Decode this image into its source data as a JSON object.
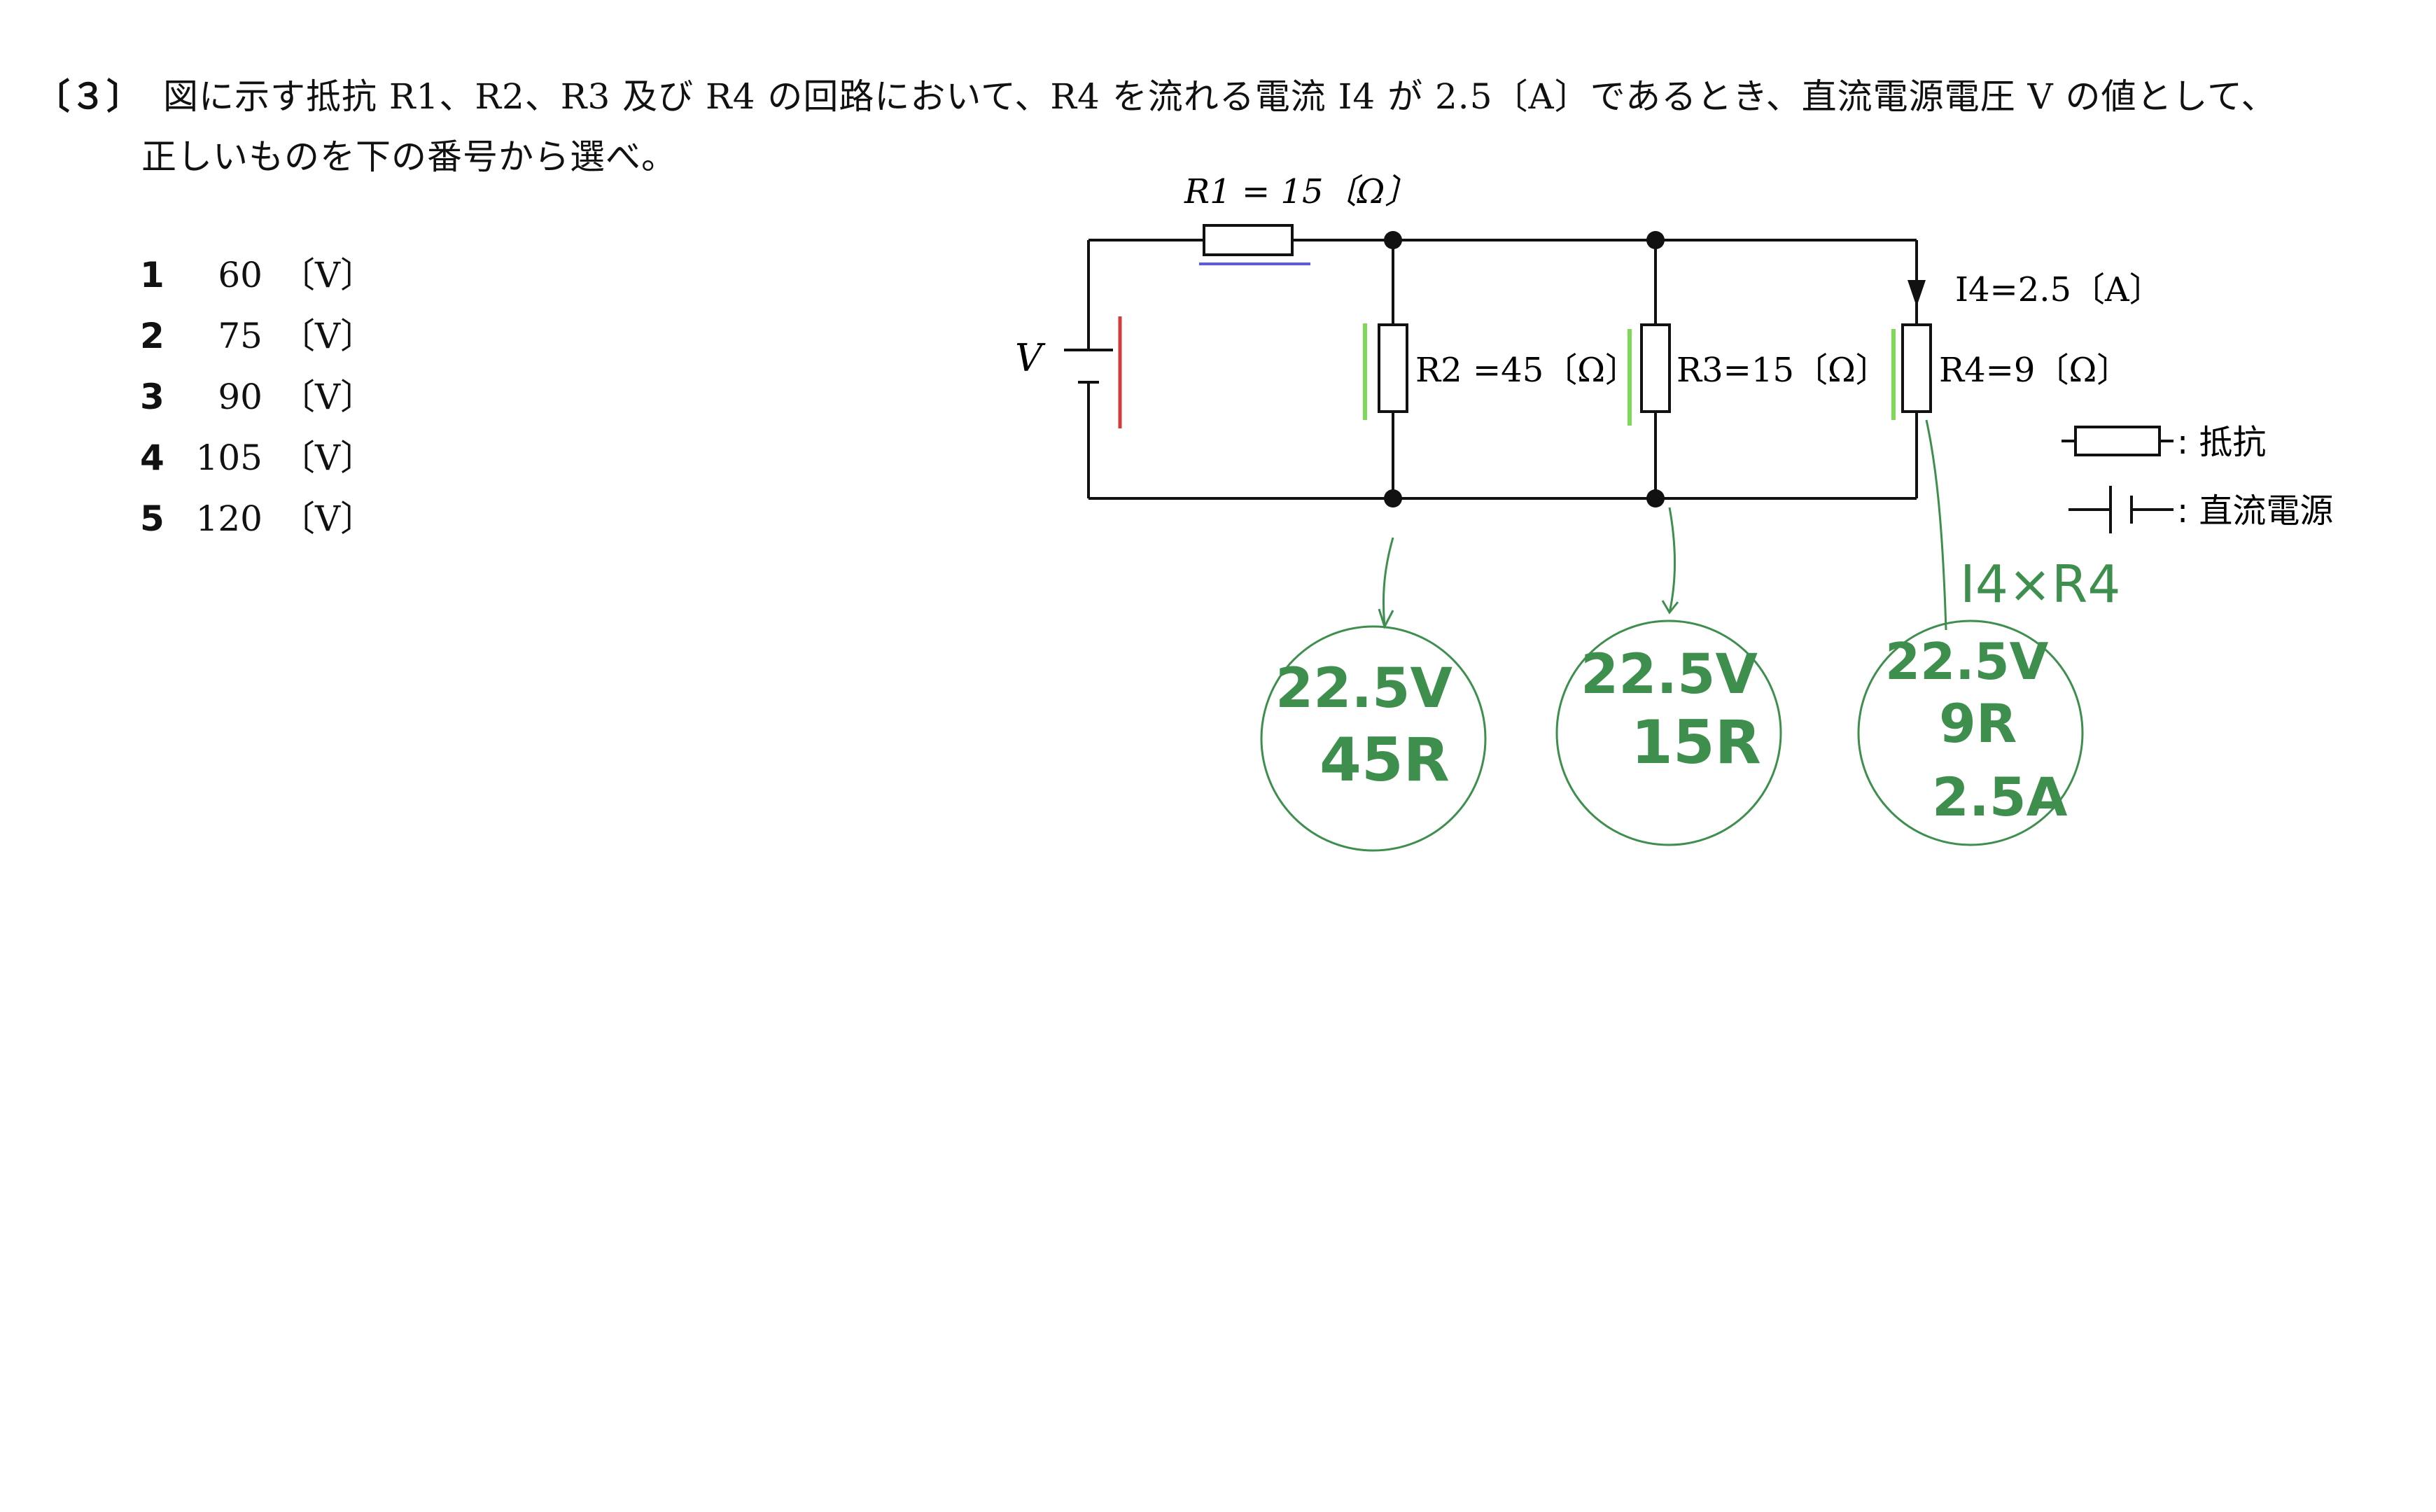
{
  "question": {
    "number": "〔３〕",
    "line1": "図に示す抵抗 R1、R2、R3 及び R4 の回路において、R4 を流れる電流 I4 が 2.5〔A〕であるとき、直流電源電圧 V の値として、",
    "line2": "正しいものを下の番号から選べ。"
  },
  "choices": [
    {
      "num": "1",
      "value": "60",
      "unit": "〔V〕"
    },
    {
      "num": "2",
      "value": "75",
      "unit": "〔V〕"
    },
    {
      "num": "3",
      "value": "90",
      "unit": "〔V〕"
    },
    {
      "num": "4",
      "value": "105",
      "unit": "〔V〕"
    },
    {
      "num": "5",
      "value": "120",
      "unit": "〔V〕"
    }
  ],
  "circuit": {
    "r1_label": "R1 = 15〔Ω〕",
    "r2_label": "R2 =45〔Ω〕",
    "r3_label": "R3=15〔Ω〕",
    "r4_label": "R4=9〔Ω〕",
    "i4_label": "I4=2.5〔A〕",
    "v_label": "V",
    "legend_resistor": ": 抵抗",
    "legend_source": ": 直流電源"
  },
  "annotations": {
    "formula": "I4×R4",
    "circle1": [
      "22.5V",
      "45R"
    ],
    "circle2": [
      "22.5V",
      "15R"
    ],
    "circle3": [
      "22.5V",
      "9R",
      "2.5A"
    ]
  },
  "colors": {
    "ink": "#111111",
    "green": "#3e8f4e",
    "green_highlight": "#7ed957",
    "red": "#d23c3c",
    "blue": "#5a5ae6"
  }
}
